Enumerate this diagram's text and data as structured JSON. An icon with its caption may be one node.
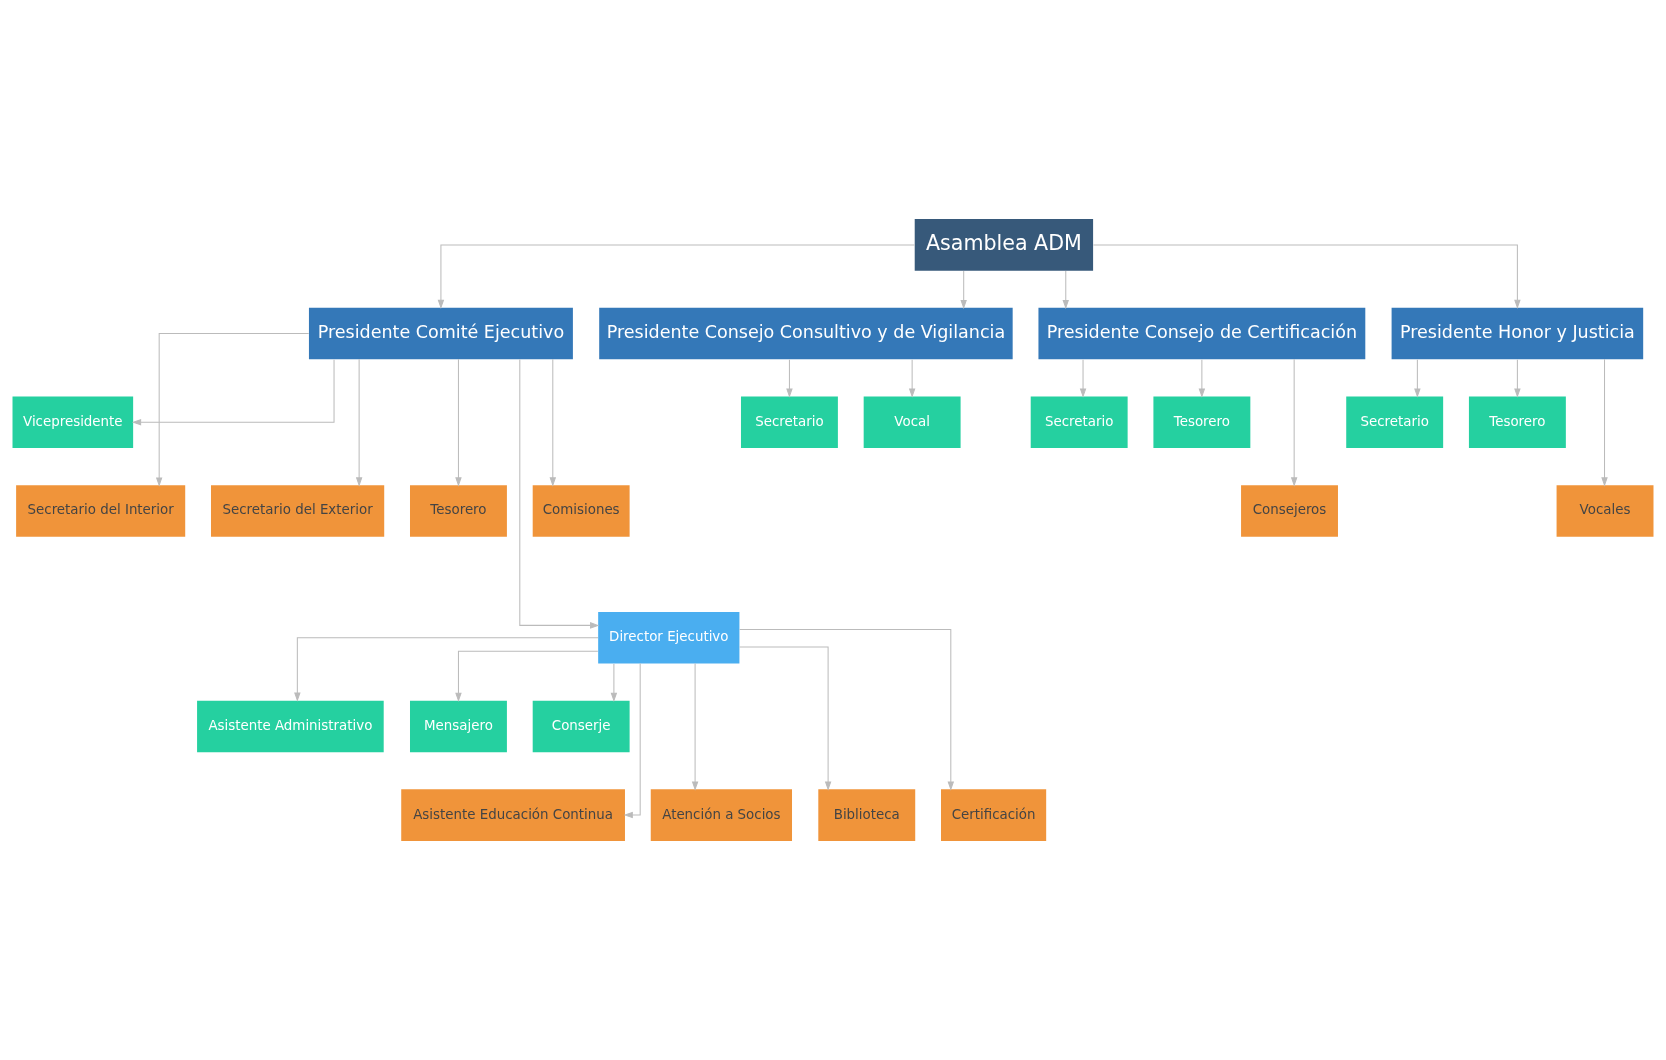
{
  "diagram": {
    "nodes": [
      {
        "text": [
          "Asamblea ADM"
        ]
      },
      {
        "text": [
          "Presidente Comité Ejecutivo"
        ]
      },
      {
        "text": [
          "Presidente Consejo Consultivo y de Vigilancia"
        ]
      },
      {
        "text": [
          "Presidente Consejo de Certificación"
        ]
      },
      {
        "text": [
          "Presidente Honor y Justicia"
        ]
      },
      {
        "text": [
          "Vicepresidente"
        ]
      },
      {
        "text": [
          "Secretario del Interior"
        ]
      },
      {
        "text": [
          "Secretario del Exterior"
        ]
      },
      {
        "text": [
          "Tesorero"
        ]
      },
      {
        "text": [
          "Comisiones"
        ]
      },
      {
        "text": [
          "Director Ejecutivo"
        ]
      },
      {
        "text": [
          "Asistente Administrativo"
        ]
      },
      {
        "text": [
          "Mensajero"
        ]
      },
      {
        "text": [
          "Conserje"
        ]
      },
      {
        "text": [
          "Asistente Educación Continua"
        ]
      },
      {
        "text": [
          "Atención a Socios"
        ]
      },
      {
        "text": [
          "Biblioteca"
        ]
      },
      {
        "text": [
          "Certificación"
        ]
      },
      {
        "text": [
          "Secretario"
        ]
      },
      {
        "text": [
          "Vocal"
        ]
      },
      {
        "text": [
          "Secretario"
        ]
      },
      {
        "text": [
          "Tesorero"
        ]
      },
      {
        "text": [
          "Consejeros"
        ]
      },
      {
        "text": [
          "Secretario"
        ]
      },
      {
        "text": [
          "Tesorero"
        ]
      },
      {
        "text": [
          "Vocales"
        ]
      }
    ],
    "edges": [
      {
        "from": 0,
        "to": 1,
        "arrow": "to"
      },
      {
        "from": 0,
        "to": 2,
        "arrow": "to"
      },
      {
        "from": 0,
        "to": 3,
        "arrow": "to"
      },
      {
        "from": 0,
        "to": 4,
        "arrow": "to"
      },
      {
        "from": 1,
        "to": 5,
        "arrow": "to"
      },
      {
        "from": 1,
        "to": 6,
        "arrow": "to"
      },
      {
        "from": 1,
        "to": 7,
        "arrow": "to"
      },
      {
        "from": 1,
        "to": 8,
        "arrow": "to"
      },
      {
        "from": 1,
        "to": 9,
        "arrow": "to"
      },
      {
        "from": 1,
        "to": 10,
        "arrow": "to"
      },
      {
        "from": 10,
        "to": 11,
        "arrow": "to"
      },
      {
        "from": 10,
        "to": 12,
        "arrow": "to"
      },
      {
        "from": 10,
        "to": 13,
        "arrow": "to"
      },
      {
        "from": 10,
        "to": 14,
        "arrow": "to"
      },
      {
        "from": 10,
        "to": 15,
        "arrow": "to"
      },
      {
        "from": 10,
        "to": 16,
        "arrow": "to"
      },
      {
        "from": 10,
        "to": 17,
        "arrow": "to"
      },
      {
        "from": 2,
        "to": 18,
        "arrow": "to"
      },
      {
        "from": 2,
        "to": 19,
        "arrow": "to"
      },
      {
        "from": 3,
        "to": 20,
        "arrow": "to"
      },
      {
        "from": 3,
        "to": 21,
        "arrow": "to"
      },
      {
        "from": 3,
        "to": 22,
        "arrow": "to"
      },
      {
        "from": 4,
        "to": 23,
        "arrow": "to"
      },
      {
        "from": 4,
        "to": 24,
        "arrow": "to"
      },
      {
        "from": 4,
        "to": 25,
        "arrow": "to"
      }
    ]
  }
}
